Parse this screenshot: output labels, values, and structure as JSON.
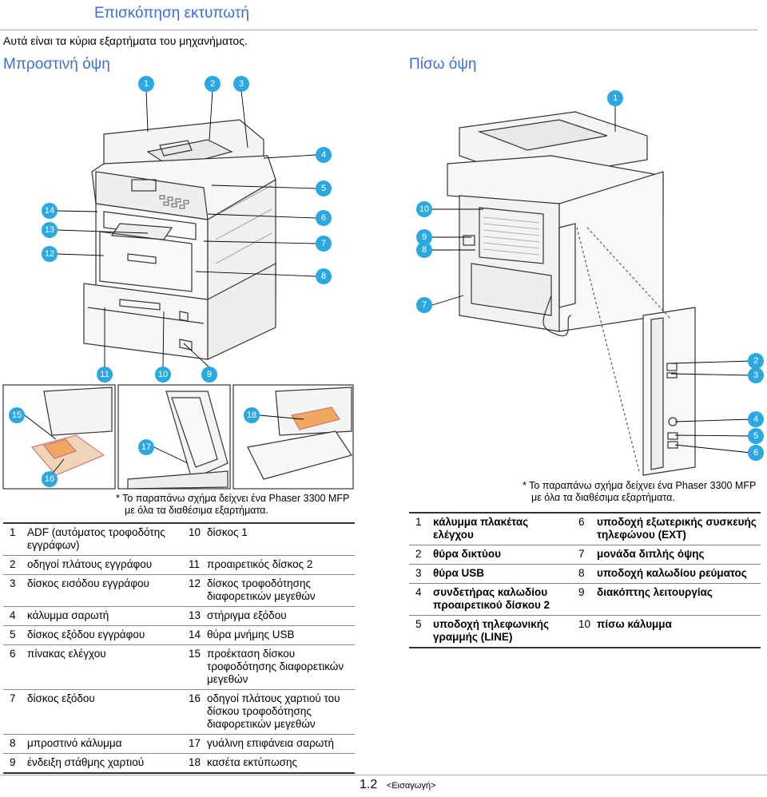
{
  "header": {
    "title": "Επισκόπηση εκτυπωτή",
    "intro": "Αυτά είναι τα κύρια εξαρτήματα του μηχανήματος."
  },
  "front": {
    "heading": "Μπροστινή όψη",
    "callouts": [
      "1",
      "2",
      "3",
      "4",
      "5",
      "6",
      "7",
      "8",
      "9",
      "10",
      "11",
      "12",
      "13",
      "14",
      "15",
      "16",
      "17",
      "18"
    ],
    "note_line1": "*  Το παραπάνω σχήμα δείχνει ένα Phaser 3300 MFP",
    "note_line2": "με όλα τα διαθέσιμα εξαρτήματα.",
    "parts": [
      {
        "n1": "1",
        "l1": "ADF (αυτόματος τροφοδότης εγγράφων)",
        "n2": "10",
        "l2": "δίσκος 1"
      },
      {
        "n1": "2",
        "l1": "οδηγοί πλάτους εγγράφου",
        "n2": "11",
        "l2": "προαιρετικός δίσκος 2"
      },
      {
        "n1": "3",
        "l1": "δίσκος εισόδου εγγράφου",
        "n2": "12",
        "l2": "δίσκος τροφοδότησης διαφορετικών μεγεθών"
      },
      {
        "n1": "4",
        "l1": "κάλυμμα σαρωτή",
        "n2": "13",
        "l2": "στήριγμα εξόδου"
      },
      {
        "n1": "5",
        "l1": "δίσκος εξόδου εγγράφου",
        "n2": "14",
        "l2": "θύρα μνήμης USB"
      },
      {
        "n1": "6",
        "l1": "πίνακας ελέγχου",
        "n2": "15",
        "l2": "προέκταση δίσκου τροφοδότησης διαφορετικών μεγεθών"
      },
      {
        "n1": "7",
        "l1": "δίσκος εξόδου",
        "n2": "16",
        "l2": "οδηγοί πλάτους χαρτιού του δίσκου τροφοδότησης διαφορετικών μεγεθών"
      },
      {
        "n1": "8",
        "l1": "μπροστινό κάλυμμα",
        "n2": "17",
        "l2": "γυάλινη επιφάνεια σαρωτή"
      },
      {
        "n1": "9",
        "l1": "ένδειξη στάθμης χαρτιού",
        "n2": "18",
        "l2": "κασέτα εκτύπωσης"
      }
    ]
  },
  "rear": {
    "heading": "Πίσω όψη",
    "callouts": [
      "1",
      "2",
      "3",
      "4",
      "5",
      "6",
      "7",
      "8",
      "9",
      "10"
    ],
    "note_line1": "*  Το παραπάνω σχήμα δείχνει ένα Phaser 3300 MFP",
    "note_line2": "με όλα τα διαθέσιμα εξαρτήματα.",
    "parts": [
      {
        "n1": "1",
        "l1": "κάλυμμα πλακέτας ελέγχου",
        "n2": "6",
        "l2": "υποδοχή εξωτερικής συσκευής τηλεφώνου (EXT)"
      },
      {
        "n1": "2",
        "l1": "θύρα δικτύου",
        "n2": "7",
        "l2": "μονάδα διπλής όψης"
      },
      {
        "n1": "3",
        "l1": "θύρα USB",
        "n2": "8",
        "l2": "υποδοχή καλωδίου ρεύματος"
      },
      {
        "n1": "4",
        "l1": "συνδετήρας καλωδίου προαιρετικού δίσκου 2",
        "n2": "9",
        "l2": "διακόπτης λειτουργίας"
      },
      {
        "n1": "5",
        "l1": "υποδοχή τηλεφωνικής γραμμής (LINE)",
        "n2": "10",
        "l2": "πίσω κάλυμμα"
      }
    ]
  },
  "footer": {
    "page": "1.2",
    "chapter": "<Εισαγωγή>"
  },
  "colors": {
    "accent": "#3a6fd8",
    "callout": "#2aa8df",
    "highlight": "#f0a860"
  }
}
